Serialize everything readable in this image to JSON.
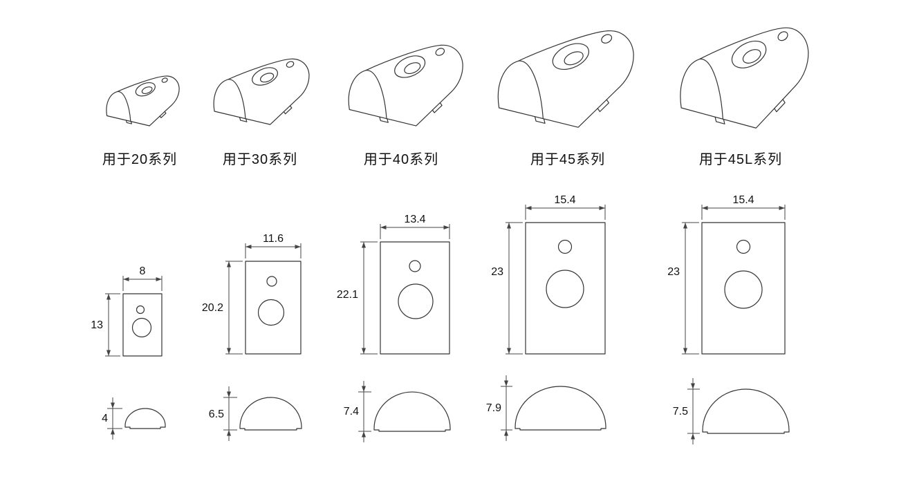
{
  "colors": {
    "background": "#ffffff",
    "line": "#333333",
    "dim": "#444444",
    "text": "#111111"
  },
  "columns": [
    {
      "id": "20",
      "label": "用于20系列",
      "front_view": {
        "width_mm": "8",
        "height_mm": "13"
      },
      "side_view": {
        "height_mm": "4"
      }
    },
    {
      "id": "30",
      "label": "用于30系列",
      "front_view": {
        "width_mm": "11.6",
        "height_mm": "20.2"
      },
      "side_view": {
        "height_mm": "6.5"
      }
    },
    {
      "id": "40",
      "label": "用于40系列",
      "front_view": {
        "width_mm": "13.4",
        "height_mm": "22.1"
      },
      "side_view": {
        "height_mm": "7.4"
      }
    },
    {
      "id": "45",
      "label": "用于45系列",
      "front_view": {
        "width_mm": "15.4",
        "height_mm": "23"
      },
      "side_view": {
        "height_mm": "7.9"
      }
    },
    {
      "id": "45L",
      "label": "用于45L系列",
      "front_view": {
        "width_mm": "15.4",
        "height_mm": "23"
      },
      "side_view": {
        "height_mm": "7.5"
      }
    }
  ]
}
